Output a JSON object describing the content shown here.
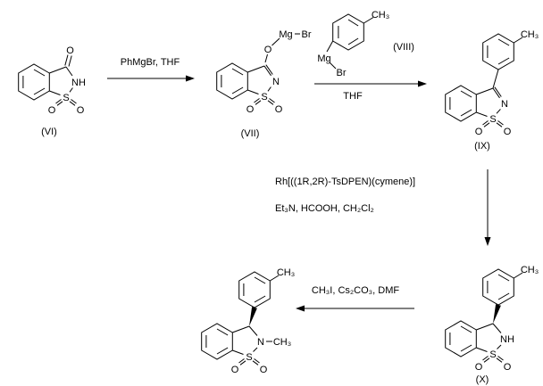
{
  "scheme": {
    "compounds": {
      "vi": {
        "label": "(VI)",
        "atoms": {
          "carbonyl_o": "O",
          "nh": "NH",
          "s": "S",
          "o_left": "O",
          "o_right": "O"
        }
      },
      "vii": {
        "label": "(VII)",
        "atoms": {
          "alkoxide_o": "O",
          "mg": "Mg",
          "br": "Br",
          "n": "N",
          "s": "S",
          "o_left": "O",
          "o_right": "O"
        }
      },
      "viii": {
        "label": "(VIII)",
        "atoms": {
          "methyl": "CH₃",
          "mg": "Mg",
          "br": "Br"
        }
      },
      "ix": {
        "label": "(IX)",
        "atoms": {
          "methyl": "CH₃",
          "n": "N",
          "s": "S",
          "o_left": "O",
          "o_right": "O"
        }
      },
      "x": {
        "label": "(X)",
        "atoms": {
          "methyl": "CH₃",
          "nh": "NH",
          "s": "S",
          "o_left": "O",
          "o_right": "O"
        }
      },
      "xi_nmethyl": {
        "atoms": {
          "methyl": "CH₃",
          "n": "N",
          "n_methyl": "CH₃",
          "s": "S",
          "o_left": "O",
          "o_right": "O"
        }
      }
    },
    "steps": {
      "step1": {
        "reagents": "PhMgBr, THF"
      },
      "step2": {
        "solvent": "THF"
      },
      "step3": {
        "catalyst": "Rh[((1R,2R)-TsDPEN)(cymene)]",
        "reagents": "Et₃N, HCOOH, CH₂Cl₂"
      },
      "step4": {
        "reagents": "CH₃I, Cs₂CO₃, DMF"
      }
    }
  }
}
